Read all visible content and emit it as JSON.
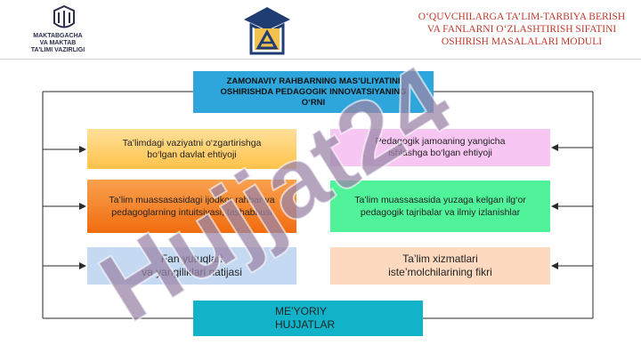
{
  "header": {
    "ministry_lines": [
      "MAKTABGACHA",
      "VA MAKTAB",
      "TA’LIMI VAZIRLIGI"
    ],
    "module_title_lines": [
      "O‘QUVCHILARGA TA’LIM-TARBIYA BERISH",
      "VA FANLARNI O‘ZLASHTIRISH SIFATINI",
      "OSHIRISH MASALALARI MODULI"
    ]
  },
  "watermark": {
    "text": "Hujjat24"
  },
  "diagram": {
    "title_lines": [
      "ZAMONAVIY RAHBARNING MAS’ULIYATINI",
      "OSHIRISHDA PEDAGOGIK INNOVATSIYANING",
      "O‘RNI"
    ],
    "left_boxes": [
      {
        "lines": [
          "Ta’limdagi vaziyatni o‘zgartirishga",
          "bo‘lgan davlat ehtiyoji"
        ]
      },
      {
        "lines": [
          "Ta’lim muassasasidagi ijodkor rahbar va",
          "pedagoglarning intuitsiyasi, tashabbusi"
        ]
      },
      {
        "lines": [
          "Fan yutuqlari",
          "va yangiliklari natijasi"
        ]
      }
    ],
    "right_boxes": [
      {
        "lines": [
          "Pedagogik jamoaning yangicha",
          "ishlashga bo‘lgan ehtiyoji"
        ]
      },
      {
        "lines": [
          "Ta’lim muassasasida yuzaga kelgan ilg‘or",
          "pedagogik tajribalar va ilmiy izlanishlar"
        ]
      },
      {
        "lines": [
          "Ta’lim xizmatlari",
          "iste’molchilarining fikri"
        ]
      }
    ],
    "bottom_lines": [
      "ME’YORIY",
      "HUJJATLAR"
    ]
  },
  "colors": {
    "title_box": "#2fa6db",
    "bottom_box": "#12b3c9",
    "watermark": "#9b85a8",
    "module_title": "#c0392b"
  }
}
